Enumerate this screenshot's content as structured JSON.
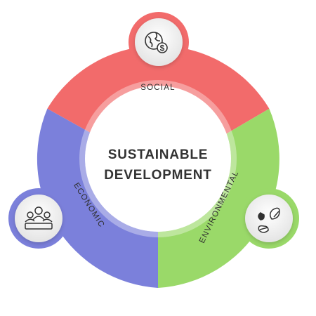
{
  "title_line1": "SUSTAINABLE",
  "title_line2": "DEVELOPMENT",
  "segments": [
    {
      "label": "SOCIAL",
      "icon": "globe-dollar-icon",
      "color": "#f26b6b",
      "icon_color": "#333333"
    },
    {
      "label": "ENVIRONMENTAL",
      "icon": "leaves-icon",
      "color": "#9ad969",
      "icon_color": "#333333"
    },
    {
      "label": "ECONOMIC",
      "icon": "people-meeting-icon",
      "color": "#7b80db",
      "icon_color": "#333333"
    }
  ],
  "colors": {
    "center": "#ffffff",
    "badge": "#ececec",
    "text": "#333333"
  }
}
